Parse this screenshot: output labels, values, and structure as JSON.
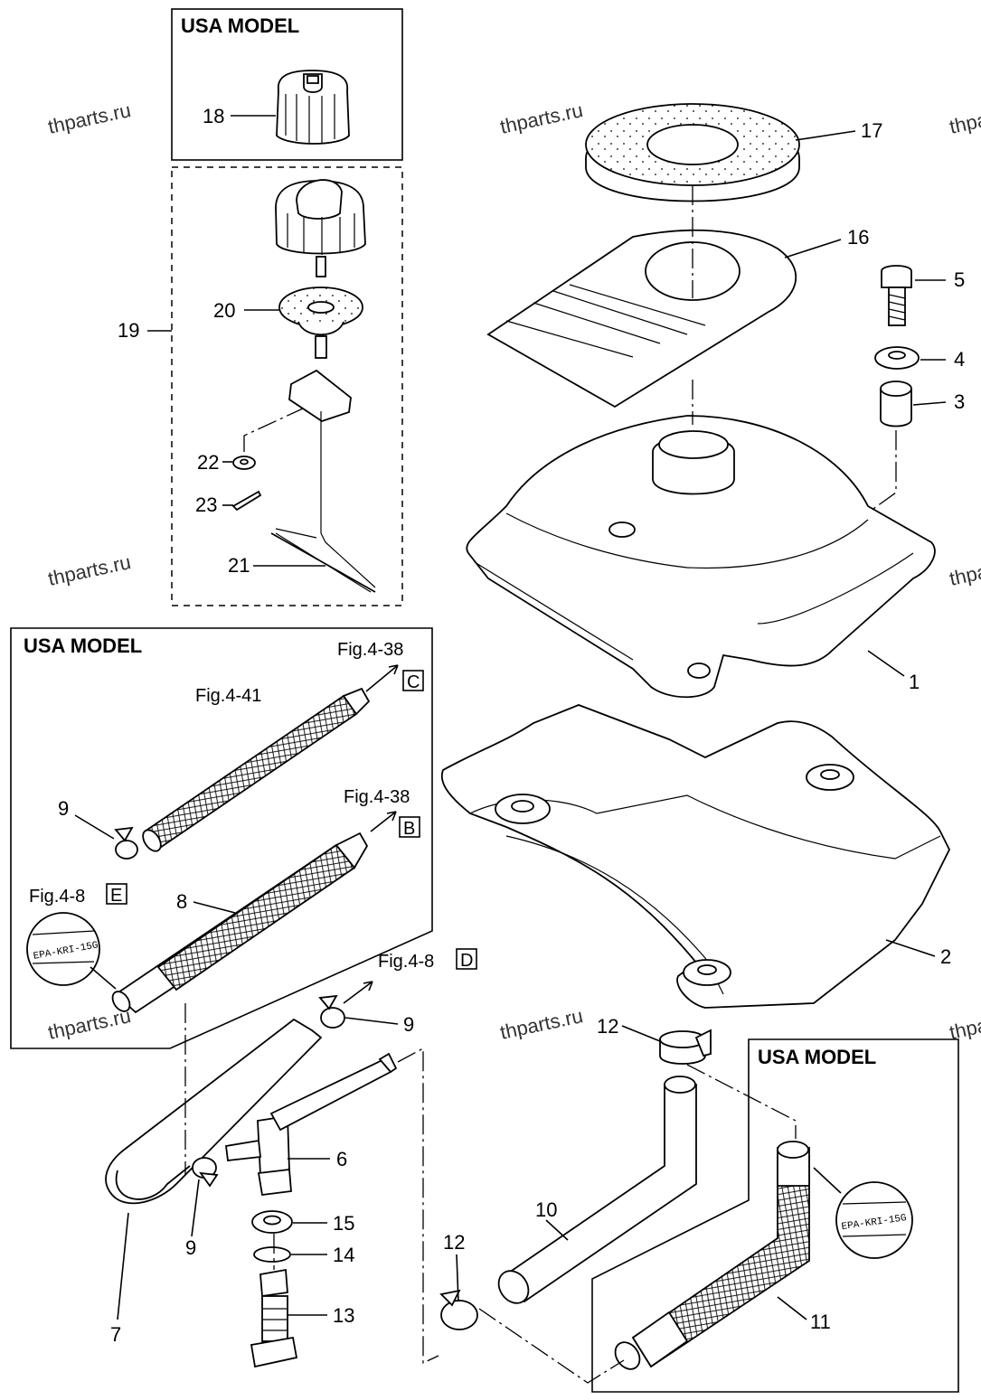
{
  "boxes": {
    "usa_cap": "USA MODEL",
    "usa_hose": "USA MODEL",
    "usa_return": "USA MODEL"
  },
  "watermark": "thparts.ru",
  "stamp": "EPA-KRI-15G",
  "refs": {
    "fig_4_38_c": "Fig.4-38",
    "letter_c": "C",
    "fig_4_41": "Fig.4-41",
    "fig_4_38_b": "Fig.4-38",
    "letter_b": "B",
    "fig_4_8_e": "Fig.4-8",
    "letter_e": "E",
    "fig_4_8_d": "Fig.4-8",
    "letter_d": "D"
  },
  "callouts": {
    "c1": "1",
    "c2": "2",
    "c3": "3",
    "c4": "4",
    "c5": "5",
    "c6": "6",
    "c7": "7",
    "c8": "8",
    "c9a": "9",
    "c9b": "9",
    "c9c": "9",
    "c10": "10",
    "c11": "11",
    "c12a": "12",
    "c12b": "12",
    "c13": "13",
    "c14": "14",
    "c15": "15",
    "c16": "16",
    "c17": "17",
    "c18": "18",
    "c19": "19",
    "c20": "20",
    "c21": "21",
    "c22": "22",
    "c23": "23"
  },
  "colors": {
    "line": "#000000",
    "background": "#ffffff"
  }
}
